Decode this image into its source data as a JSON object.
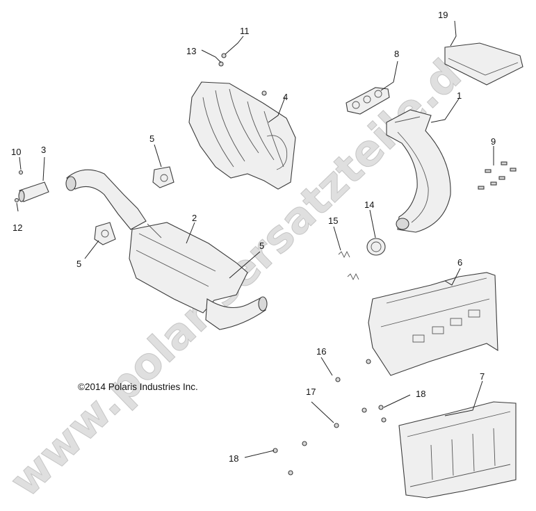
{
  "copyright": "©2014 Polaris Industries Inc.",
  "watermark": "www.polarisersatzteile.de",
  "callouts": {
    "c1": "1",
    "c2": "2",
    "c3": "3",
    "c4": "4",
    "c5a": "5",
    "c5b": "5",
    "c5c": "5",
    "c6": "6",
    "c7": "7",
    "c8": "8",
    "c9": "9",
    "c10": "10",
    "c11": "11",
    "c12": "12",
    "c13": "13",
    "c14": "14",
    "c15": "15",
    "c16": "16",
    "c17": "17",
    "c18a": "18",
    "c18b": "18",
    "c19": "19"
  }
}
